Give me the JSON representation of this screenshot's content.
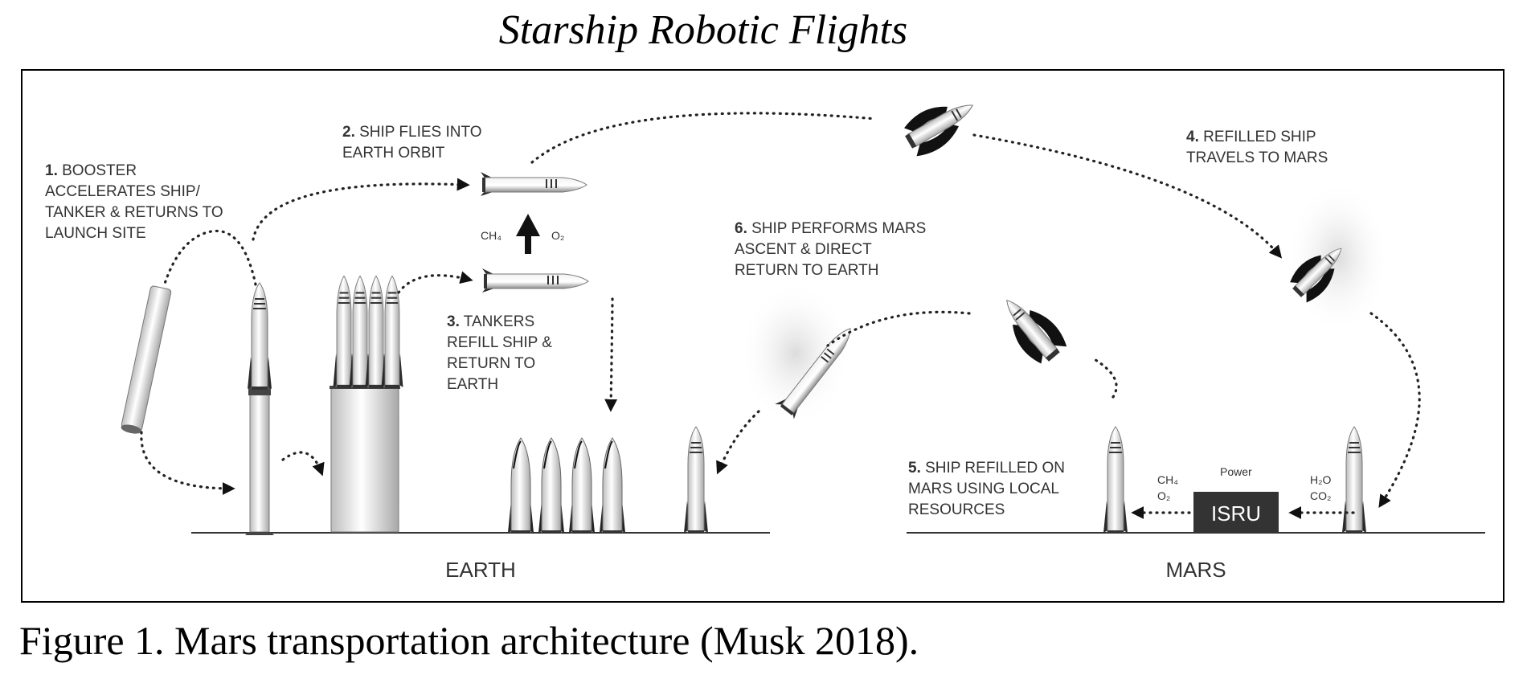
{
  "title": "Starship Robotic Flights",
  "caption": "Figure 1. Mars transportation architecture (Musk 2018).",
  "steps": [
    {
      "num": "1.",
      "lines": [
        " BOOSTER",
        "ACCELERATES SHIP/",
        "TANKER & RETURNS TO",
        "LAUNCH SITE"
      ]
    },
    {
      "num": "2.",
      "lines": [
        " SHIP FLIES INTO",
        "EARTH ORBIT"
      ]
    },
    {
      "num": "3.",
      "lines": [
        " TANKERS",
        "REFILL SHIP &",
        "RETURN TO",
        "EARTH"
      ]
    },
    {
      "num": "4.",
      "lines": [
        " REFILLED SHIP",
        "TRAVELS TO MARS"
      ]
    },
    {
      "num": "5.",
      "lines": [
        " SHIP REFILLED ON",
        "MARS USING LOCAL",
        "RESOURCES"
      ]
    },
    {
      "num": "6.",
      "lines": [
        " SHIP PERFORMS MARS",
        "ASCENT & DIRECT",
        "RETURN TO EARTH"
      ]
    }
  ],
  "chem": {
    "ch4": "CH₄",
    "o2": "O₂",
    "h2o": "H₂O",
    "co2": "CO₂",
    "power": "Power",
    "isru": "ISRU"
  },
  "ground": {
    "earth": "EARTH",
    "mars": "MARS"
  }
}
